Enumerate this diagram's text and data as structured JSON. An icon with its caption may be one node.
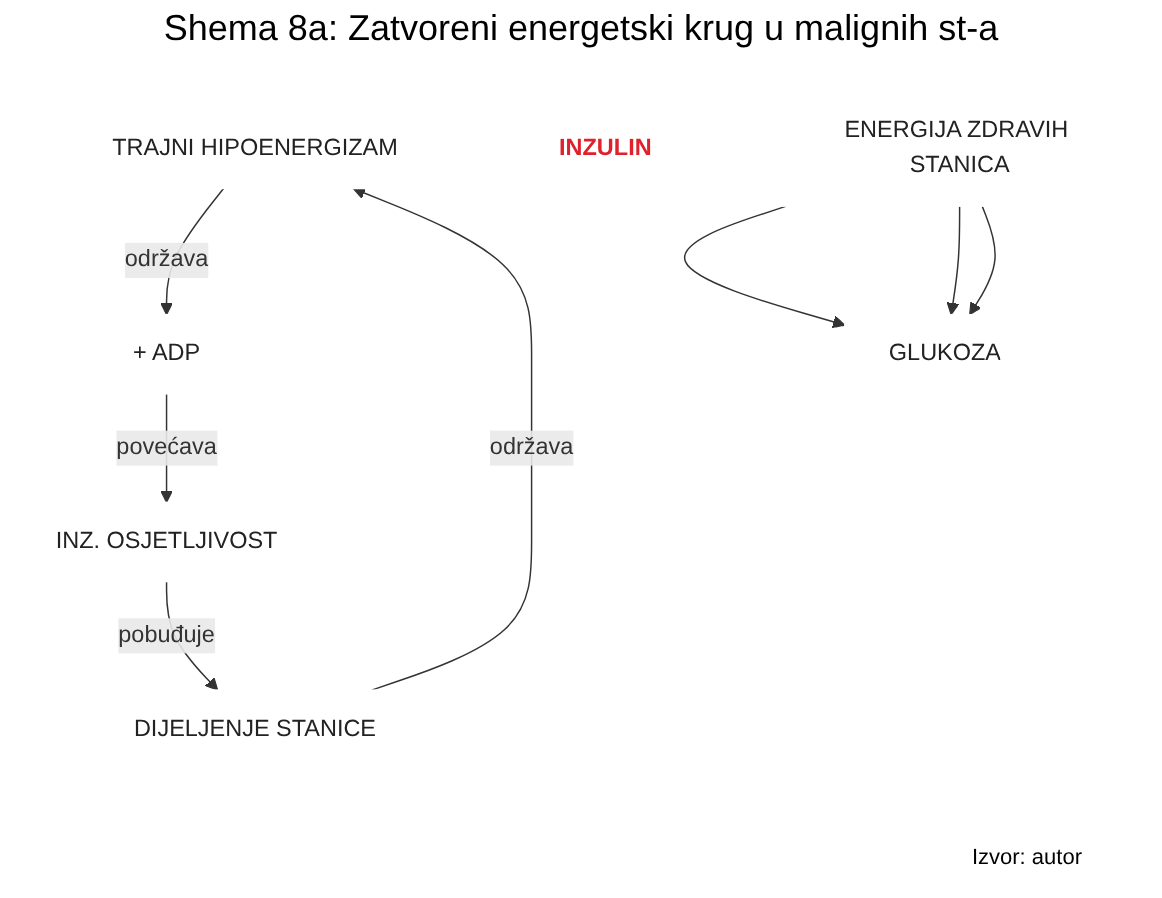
{
  "diagram": {
    "title": "Shema 8a: Zatvoreni energetski krug u malignih st-a",
    "caption": "Izvor: autor",
    "nodes": [
      {
        "text": [
          "TRAJNI HIPOENERGIZAM"
        ]
      },
      {
        "text": [
          "+ ADP"
        ]
      },
      {
        "text": [
          "GLUKOZA"
        ]
      },
      {
        "text": [
          "INZ. OSJETLJIVOST"
        ]
      },
      {
        "text": [
          "INZULIN"
        ]
      },
      {
        "text": [
          "ENERGIJA ZDRAVIH STANICA"
        ]
      },
      {
        "text": [
          "DIJELJENJE STANICE"
        ]
      }
    ],
    "edges": [
      {
        "from": 0,
        "to": 1,
        "arrow": "to",
        "label": "održava"
      },
      {
        "from": 1,
        "to": 3,
        "arrow": "to",
        "label": "povećava"
      },
      {
        "from": 3,
        "to": 6,
        "arrow": "to",
        "label": "pobuđuje"
      },
      {
        "from": 6,
        "to": 0,
        "arrow": "to",
        "label": "održava"
      },
      {
        "from": 5,
        "to": 2,
        "arrow": "to"
      },
      {
        "from": 5,
        "to": 2,
        "arrow": "to"
      },
      {
        "from": 5,
        "to": 2,
        "arrow": "to"
      }
    ]
  }
}
